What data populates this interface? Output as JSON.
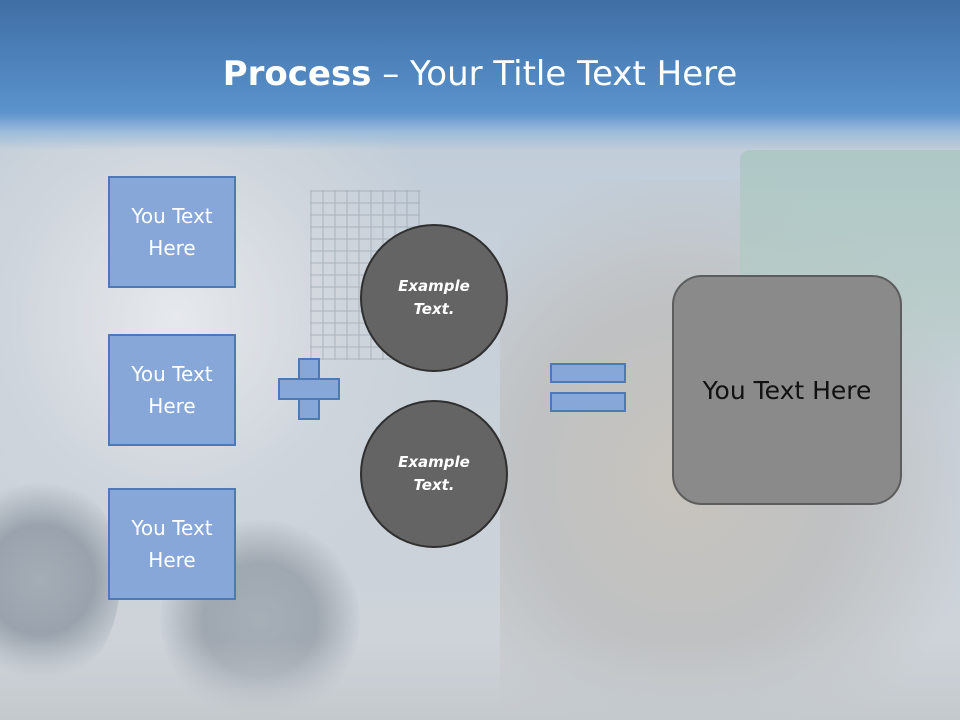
{
  "slide": {
    "title_bold": "Process",
    "title_rest": " – Your Title Text Here"
  },
  "inputs": [
    {
      "label": "You Text Here"
    },
    {
      "label": "You Text Here"
    },
    {
      "label": "You Text Here"
    }
  ],
  "circles": [
    {
      "label": "Example Text."
    },
    {
      "label": "Example Text."
    }
  ],
  "result": {
    "label": "You Text Here"
  },
  "colors": {
    "header": "#4f84bd",
    "box_fill": "#86a7d8",
    "box_border": "#4e79b6",
    "circle_fill": "#646464",
    "result_fill": "#8a8a8a"
  }
}
